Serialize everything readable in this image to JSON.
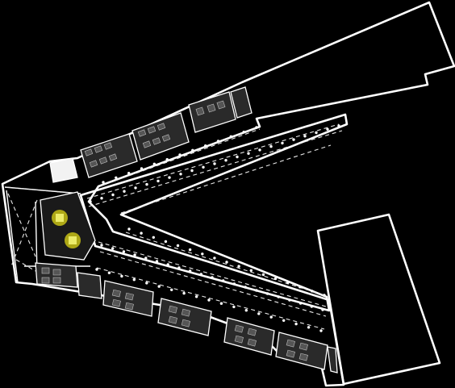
{
  "plan": {
    "background": "#000000",
    "line_color": "#ffffff",
    "highlight_color": "#d8d22a",
    "elements": {
      "outer_wall": "outer-wall",
      "south_annex": "south-annex",
      "elevators": 2,
      "room_blocks_upper": 5,
      "room_blocks_lower": 7
    }
  }
}
